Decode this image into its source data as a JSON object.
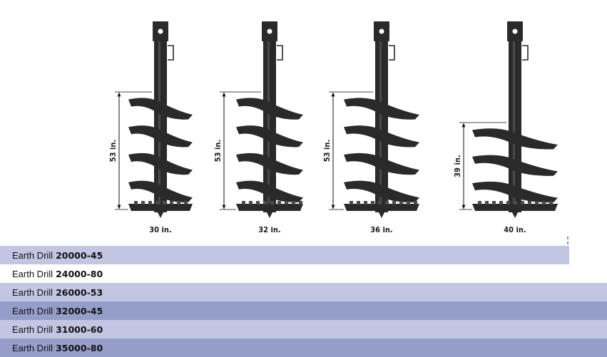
{
  "augers": [
    {
      "height_label": "53 in.",
      "diameter_label": "30 in."
    },
    {
      "height_label": "53 in.",
      "diameter_label": "32 in."
    },
    {
      "height_label": "53 in.",
      "diameter_label": "36 in."
    },
    {
      "height_label": "39 in.",
      "diameter_label": "40 in."
    }
  ],
  "models": [
    {
      "prefix": "Earth Drill",
      "code": "20000-45",
      "color": "#c3c6e2"
    },
    {
      "prefix": "Earth Drill",
      "code": "24000-80",
      "color": "#ffffff"
    },
    {
      "prefix": "Earth Drill",
      "code": "26000-53",
      "color": "#c3c6e2"
    },
    {
      "prefix": "Earth Drill",
      "code": "32000-45",
      "color": "#959dc9"
    },
    {
      "prefix": "Earth Drill",
      "code": "31000-60",
      "color": "#c3c6e2"
    },
    {
      "prefix": "Earth Drill",
      "code": "35000-80",
      "color": "#959dc9"
    }
  ],
  "colors": {
    "auger": "#2a2a2a",
    "auger_highlight": "#4a4a4a",
    "dimension_line": "#111111"
  }
}
